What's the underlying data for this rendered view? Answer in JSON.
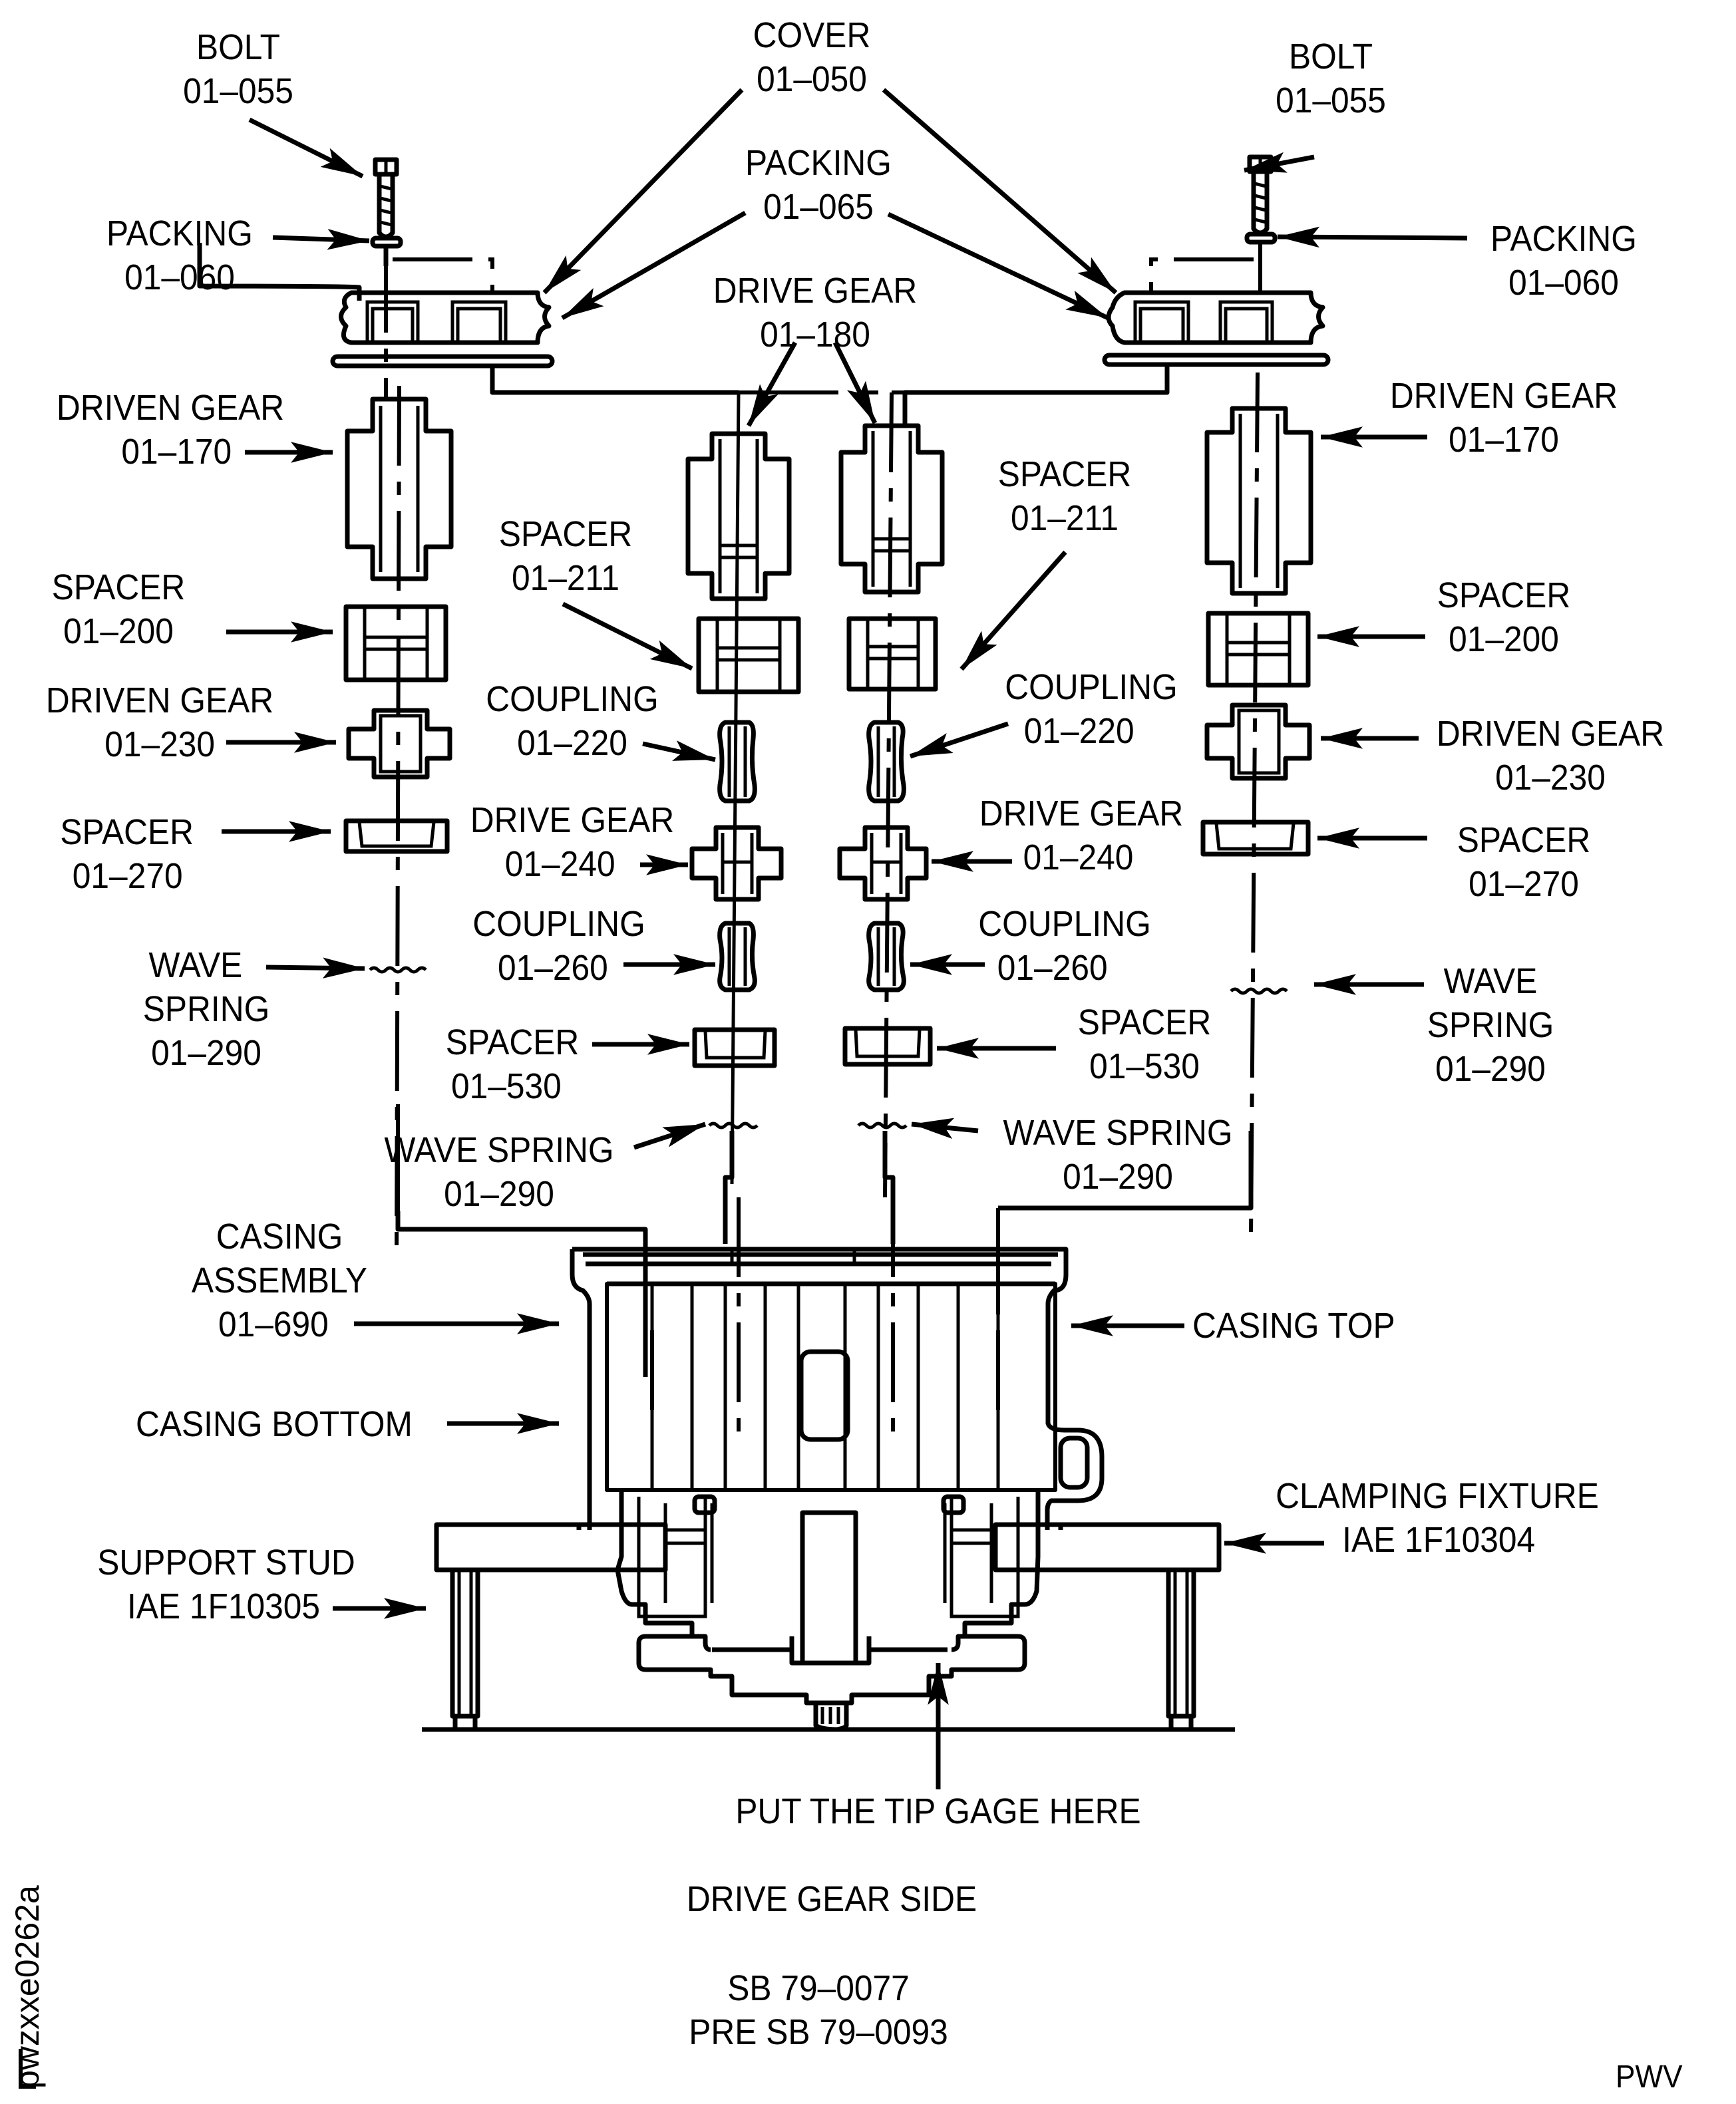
{
  "labels": {
    "bolt_left": {
      "name": "BOLT",
      "pn": "01–055"
    },
    "bolt_right": {
      "name": "BOLT",
      "pn": "01–055"
    },
    "cover": {
      "name": "COVER",
      "pn": "01–050"
    },
    "packing_center": {
      "name": "PACKING",
      "pn": "01–065"
    },
    "packing_left": {
      "name": "PACKING",
      "pn": "01–060"
    },
    "packing_right": {
      "name": "PACKING",
      "pn": "01–060"
    },
    "drive_gear_top": {
      "name": "DRIVE GEAR",
      "pn": "01–180"
    },
    "driven_gear_170_left": {
      "name": "DRIVEN GEAR",
      "pn": "01–170"
    },
    "driven_gear_170_right": {
      "name": "DRIVEN GEAR",
      "pn": "01–170"
    },
    "spacer_211_left": {
      "name": "SPACER",
      "pn": "01–211"
    },
    "spacer_211_right": {
      "name": "SPACER",
      "pn": "01–211"
    },
    "spacer_200_left": {
      "name": "SPACER",
      "pn": "01–200"
    },
    "spacer_200_right": {
      "name": "SPACER",
      "pn": "01–200"
    },
    "driven_gear_230_left": {
      "name": "DRIVEN GEAR",
      "pn": "01–230"
    },
    "driven_gear_230_right": {
      "name": "DRIVEN GEAR",
      "pn": "01–230"
    },
    "coupling_220_left": {
      "name": "COUPLING",
      "pn": "01–220"
    },
    "coupling_220_right": {
      "name": "COUPLING",
      "pn": "01–220"
    },
    "spacer_270_left": {
      "name": "SPACER",
      "pn": "01–270"
    },
    "spacer_270_right": {
      "name": "SPACER",
      "pn": "01–270"
    },
    "drive_gear_240_left": {
      "name": "DRIVE GEAR",
      "pn": "01–240"
    },
    "drive_gear_240_right": {
      "name": "DRIVE GEAR",
      "pn": "01–240"
    },
    "coupling_260_left": {
      "name": "COUPLING",
      "pn": "01–260"
    },
    "coupling_260_right": {
      "name": "COUPLING",
      "pn": "01–260"
    },
    "wave_spring_outer_left": {
      "name1": "WAVE",
      "name2": "SPRING",
      "pn": "01–290"
    },
    "wave_spring_outer_right": {
      "name1": "WAVE",
      "name2": "SPRING",
      "pn": "01–290"
    },
    "spacer_530_left": {
      "name": "SPACER",
      "pn": "01–530"
    },
    "spacer_530_right": {
      "name": "SPACER",
      "pn": "01–530"
    },
    "wave_spring_inner_left": {
      "name": "WAVE SPRING",
      "pn": "01–290"
    },
    "wave_spring_inner_right": {
      "name": "WAVE SPRING",
      "pn": "01–290"
    },
    "casing_assembly": {
      "name1": "CASING",
      "name2": "ASSEMBLY",
      "pn": "01–690"
    },
    "casing_top": {
      "name": "CASING TOP"
    },
    "casing_bottom": {
      "name": "CASING BOTTOM"
    },
    "clamping_fixture": {
      "name": "CLAMPING FIXTURE",
      "pn": "IAE 1F10304"
    },
    "support_stud": {
      "name": "SUPPORT STUD",
      "pn": "IAE 1F10305"
    },
    "tip_gage": {
      "name": "PUT THE TIP GAGE HERE"
    }
  },
  "caption": {
    "view": "DRIVE GEAR SIDE",
    "sb1": "SB 79–0077",
    "sb2": "PRE SB 79–0093"
  },
  "figure_id": "pwzxxe0262a",
  "corner_mark": "PWV"
}
